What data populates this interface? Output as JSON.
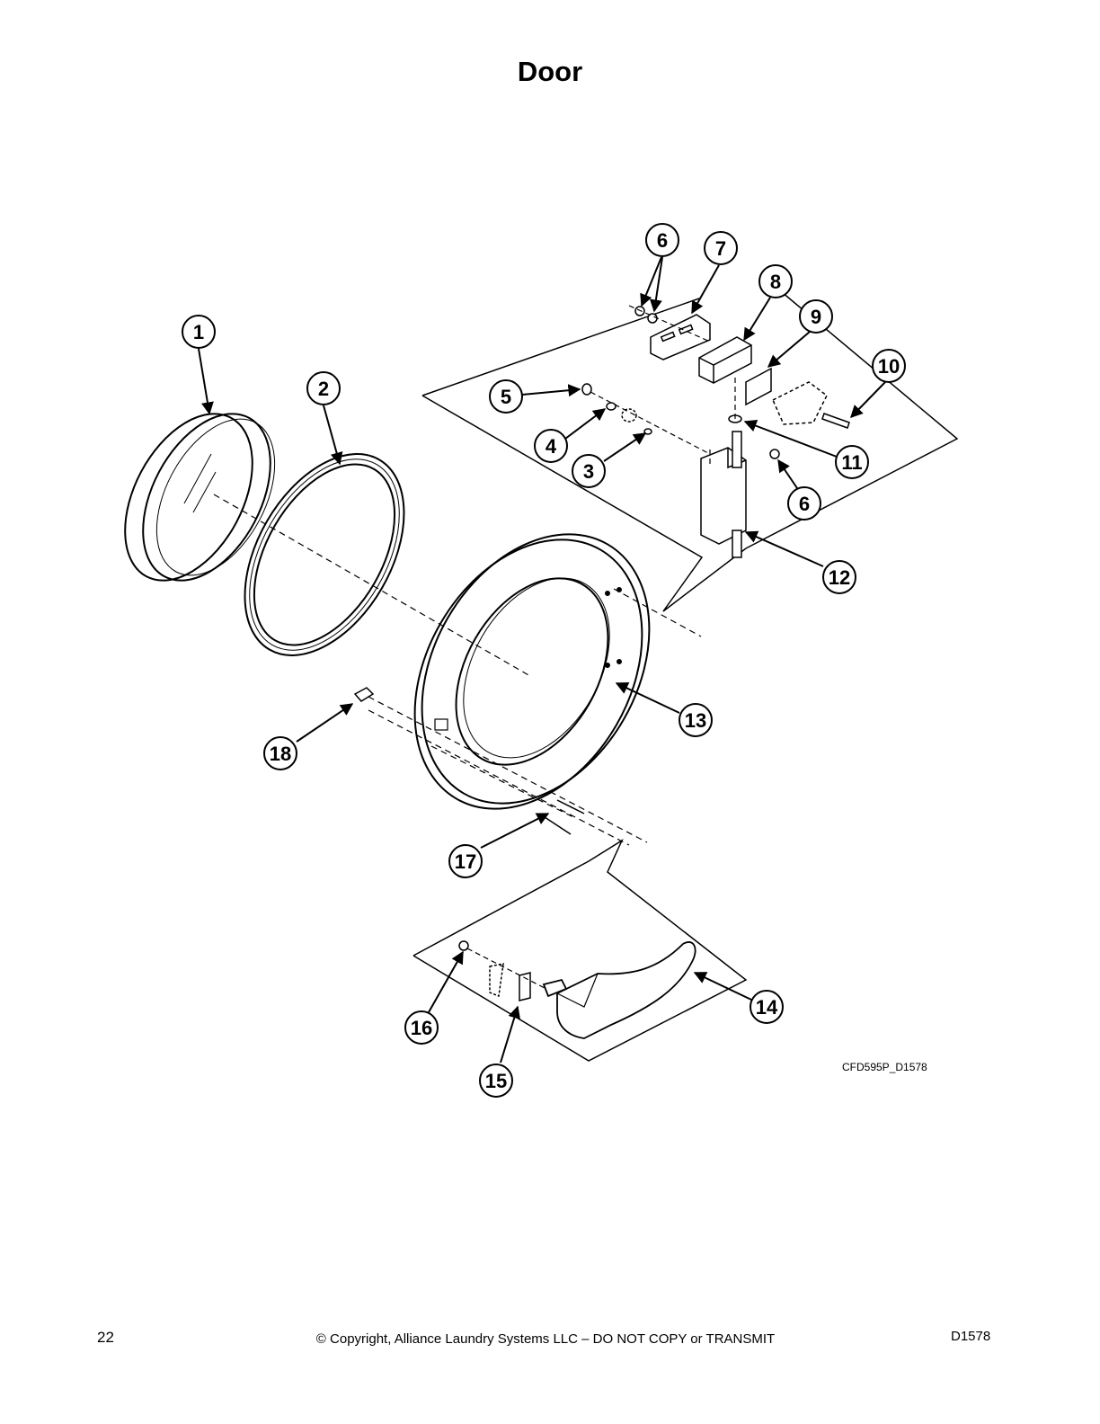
{
  "page": {
    "title": "Door",
    "drawing_code": "CFD595P_D1578",
    "page_number": "22",
    "copyright": "© Copyright, Alliance Laundry Systems LLC – DO NOT COPY or TRANSMIT",
    "doc_id": "D1578"
  },
  "callouts": [
    "1",
    "2",
    "3",
    "4",
    "5",
    "6",
    "7",
    "8",
    "9",
    "10",
    "11",
    "6",
    "12",
    "13",
    "14",
    "15",
    "16",
    "17",
    "18"
  ]
}
